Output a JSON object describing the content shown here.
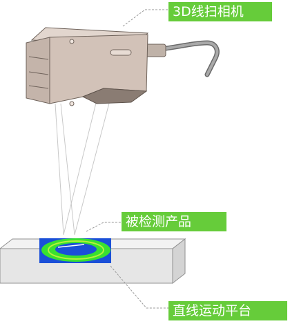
{
  "labels": {
    "camera": "3D线扫相机",
    "product": "被检测产品",
    "platform": "直线运动平台"
  },
  "colors": {
    "label_bg": "#66cc3a",
    "label_text": "#ffffff",
    "camera_body": "#d2c2b8",
    "product_bg": "#1a4fd8",
    "product_ring": "#39e030",
    "platform_face": "#e6e6e6"
  }
}
